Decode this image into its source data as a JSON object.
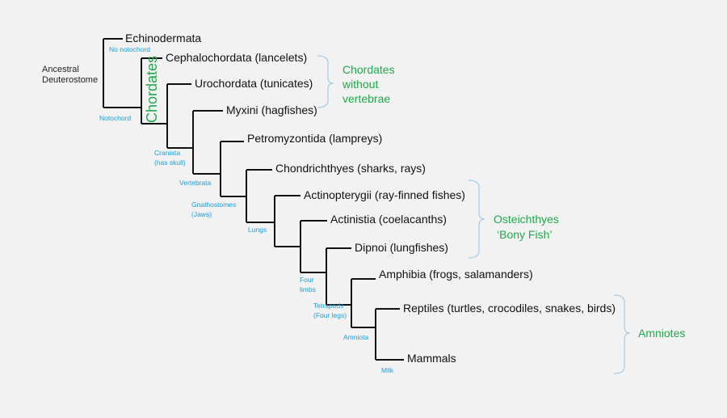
{
  "root_label": [
    "Ancestral",
    "Deuterostome"
  ],
  "taxa": [
    "Echinodermata",
    "Cephalochordata (lancelets)",
    "Urochordata (tunicates)",
    "Myxini (hagfishes)",
    "Petromyzontida (lampreys)",
    "Chondrichthyes (sharks, rays)",
    "Actinopterygii (ray-finned fishes)",
    "Actinistia (coelacanths)",
    "Dipnoi (lungfishes)",
    "Amphibia (frogs, salamanders)",
    "Reptiles (turtles, crocodiles, snakes, birds)",
    "Mammals"
  ],
  "traits": {
    "no_notochord": "No notochord",
    "notochord": "Notochord",
    "craniata": [
      "Craniata",
      "(has skull)"
    ],
    "vertebrata": "Vertebrata",
    "gnathostomes": [
      "Gnathostomes",
      "(Jaws)"
    ],
    "lungs": "Lungs",
    "four_limbs": [
      "Four",
      "limbs"
    ],
    "tetrapods": [
      "Tetrapods",
      "(Four legs)"
    ],
    "amniota": "Amniota",
    "milk": "Milk"
  },
  "groups": {
    "chordates_vertical": "Chordates",
    "chordates_without_vertebrae": [
      "Chordates",
      "without",
      "vertebrae"
    ],
    "osteichthyes": [
      "Osteichthyes",
      "‘Bony Fish’"
    ],
    "amniotes": "Amniotes"
  },
  "colors": {
    "branch": "#111111",
    "trait_label": "#1a9fd9",
    "group_label": "#1faa4b",
    "brace": "#9cc3e0",
    "background": "#f2f2f2"
  }
}
